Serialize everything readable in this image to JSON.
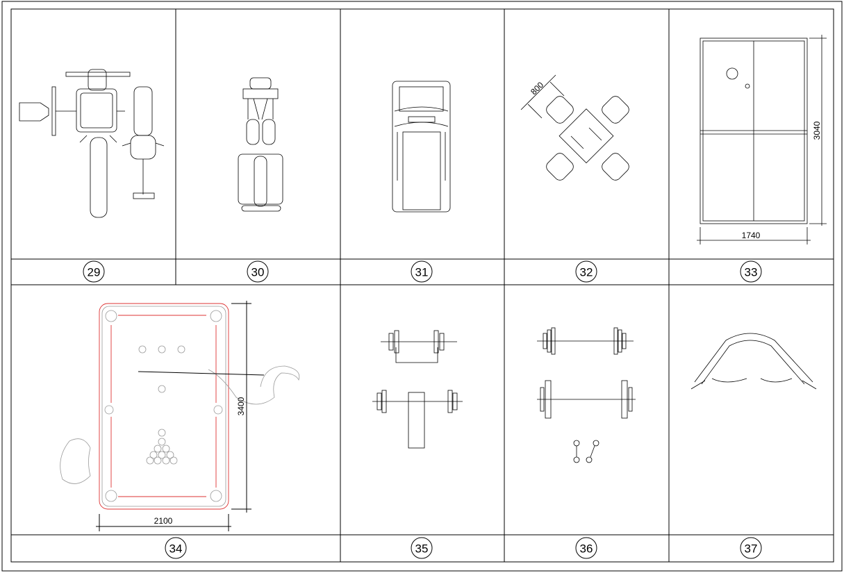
{
  "sheet": {
    "labels": [
      "29",
      "30",
      "31",
      "32",
      "33",
      "34",
      "35",
      "36",
      "37"
    ],
    "dimensions": {
      "table_chair_size": "800",
      "ping_pong_width": "1740",
      "ping_pong_length": "3040",
      "billiard_length": "3400",
      "billiard_width": "2100"
    },
    "colors": {
      "line": "#000000",
      "billiard_outline": "#dd3333",
      "figure": "#999999"
    }
  }
}
